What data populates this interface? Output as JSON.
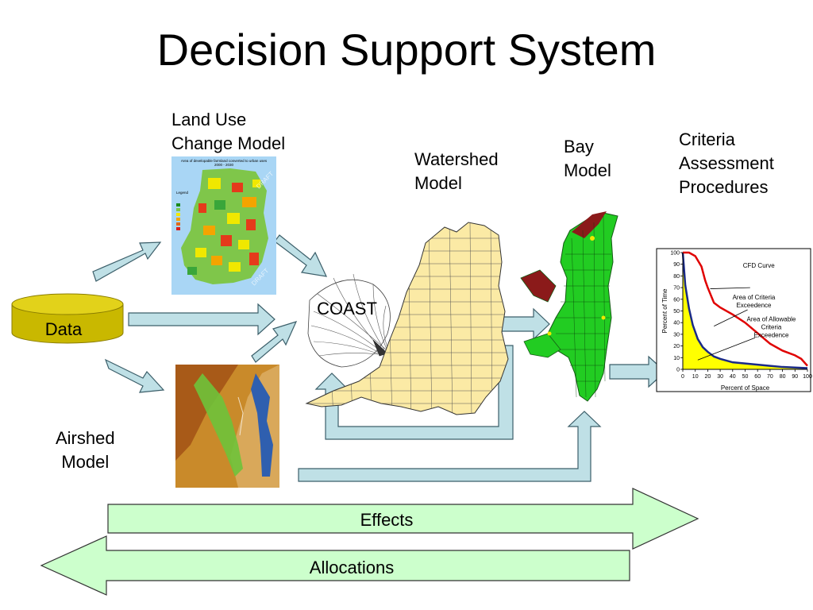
{
  "title": "Decision Support System",
  "labels": {
    "land_use": [
      "Land Use",
      "Change Model"
    ],
    "watershed": [
      "Watershed",
      "Model"
    ],
    "bay": [
      "Bay",
      "Model"
    ],
    "criteria": [
      "Criteria",
      "Assessment",
      "Procedures"
    ],
    "airshed": [
      "Airshed",
      "Model"
    ],
    "data": "Data",
    "coast": "COAST"
  },
  "bands": {
    "effects": "Effects",
    "allocations": "Allocations"
  },
  "land_use_map": {
    "title_lines": [
      "Area of developable farmland converted to urban uses",
      "2000 - 2030"
    ],
    "legend_title": "Legend",
    "watermark": "DRAFT"
  },
  "colors": {
    "arrow_fill": "#bfe0e6",
    "arrow_stroke": "#3c5f6a",
    "band_fill": "#ccffcc",
    "data_cylinder": "#d6c400",
    "watershed_fill": "#fbeaa5",
    "bay_fill": "#22cc22",
    "cfd_curve": "#e00000",
    "allowable_curve": "#1a2a88",
    "exceedence_fill": "#ffff00"
  },
  "chart_data": {
    "type": "line",
    "xlabel": "Percent of Space",
    "ylabel": "Percent of Time",
    "xlim": [
      0,
      100
    ],
    "ylim": [
      0,
      100
    ],
    "xticks": [
      0,
      10,
      20,
      30,
      40,
      50,
      60,
      70,
      80,
      90,
      100
    ],
    "yticks": [
      0,
      10,
      20,
      30,
      40,
      50,
      60,
      70,
      80,
      90,
      100
    ],
    "grid": false,
    "series": [
      {
        "name": "CFD Curve",
        "x": [
          0,
          5,
          10,
          15,
          18,
          20,
          25,
          30,
          40,
          50,
          60,
          70,
          80,
          90,
          95,
          100
        ],
        "y": [
          100,
          100,
          97,
          88,
          76,
          70,
          57,
          53,
          47,
          40,
          31,
          22,
          16,
          12,
          9,
          3
        ]
      },
      {
        "name": "Area of Allowable Criteria Exceedence",
        "x": [
          0,
          2,
          5,
          8,
          12,
          16,
          20,
          25,
          30,
          40,
          50,
          60,
          70,
          80,
          90,
          100
        ],
        "y": [
          100,
          72,
          52,
          38,
          26,
          19,
          15,
          11,
          9,
          6,
          5,
          4,
          3,
          2,
          1.5,
          1
        ]
      }
    ],
    "annotations": [
      {
        "lines": [
          "CFD Curve"
        ],
        "x": 61,
        "y": 87
      },
      {
        "lines": [
          "Area of Criteria",
          "Exceedence"
        ],
        "x": 57,
        "y": 60
      },
      {
        "lines": [
          "Area of Allowable",
          "Criteria",
          "Exceedence"
        ],
        "x": 71,
        "y": 41
      }
    ]
  }
}
